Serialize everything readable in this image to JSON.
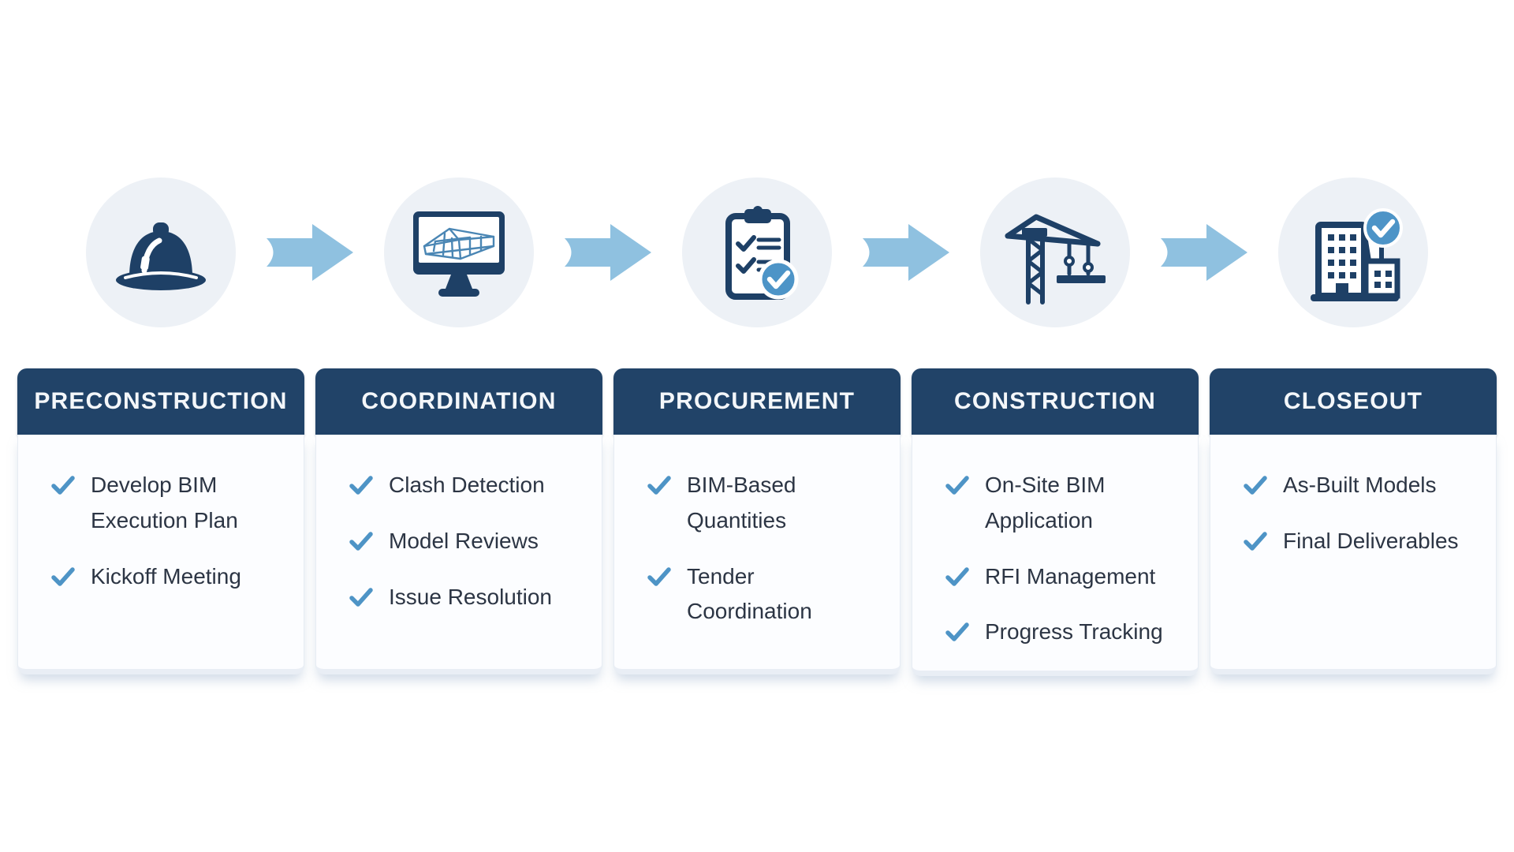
{
  "diagram": {
    "subject": "BIM project workflow phases",
    "colors": {
      "page_bg": "#ffffff",
      "header_navy": "#214368",
      "header_text": "#f4f7fa",
      "icon_navy": "#1e4066",
      "circle_bg": "#edf1f6",
      "arrow_blue": "#8fc1e0",
      "check_blue": "#4e94c6",
      "badge_blue": "#4d94c7",
      "wireframe_blue": "#4a86b4",
      "item_text": "#2c3544"
    }
  },
  "phases": [
    {
      "label": "PRECONSTRUCTION",
      "icon": "hard-hat-icon",
      "items": [
        "Develop BIM Execution Plan",
        "Kickoff Meeting"
      ]
    },
    {
      "label": "COORDINATION",
      "icon": "bim-model-monitor-icon",
      "items": [
        "Clash Detection",
        "Model Reviews",
        "Issue Resolution"
      ]
    },
    {
      "label": "PROCUREMENT",
      "icon": "checklist-clipboard-icon",
      "items": [
        "BIM-Based Quantities",
        "Tender Coordination"
      ]
    },
    {
      "label": "CONSTRUCTION",
      "icon": "tower-crane-icon",
      "items": [
        "On-Site BIM Application",
        "RFI Management",
        "Progress Tracking"
      ]
    },
    {
      "label": "CLOSEOUT",
      "icon": "building-check-icon",
      "items": [
        "As-Built Models",
        "Final Deliverables"
      ]
    }
  ]
}
